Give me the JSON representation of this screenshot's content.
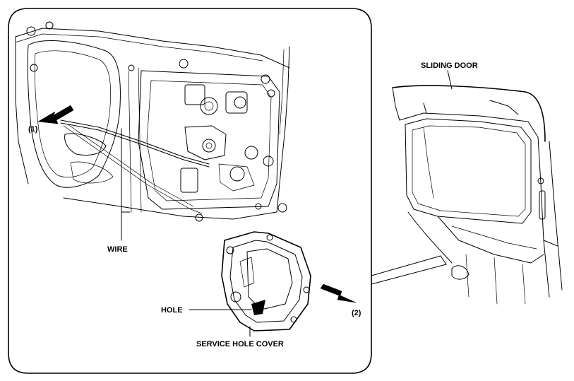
{
  "labels": {
    "sliding_door": "SLIDING DOOR",
    "wire": "WIRE",
    "hole": "HOLE",
    "service_hole_cover": "SERVICE HOLE COVER",
    "step1": "(1)",
    "step2": "(2)"
  }
}
